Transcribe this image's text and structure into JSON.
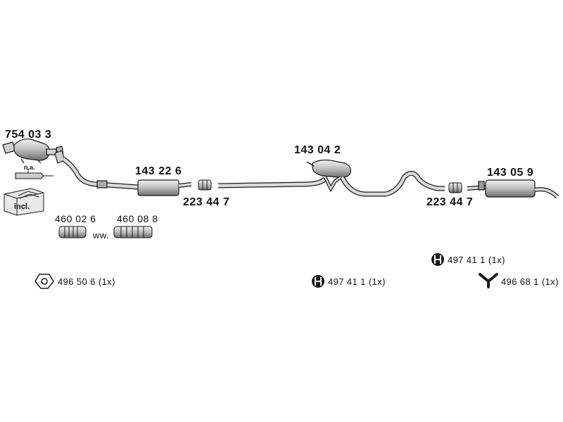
{
  "parts": {
    "catalytic_converter": "754 03 3",
    "front_muffler": "143 22 6",
    "clamp_front": "223 44 7",
    "center_muffler": "143 04 2",
    "clamp_rear": "223 44 7",
    "rear_muffler": "143 05 9",
    "flex_pipe_a": "460 02 6",
    "flex_pipe_b": "460 08 8"
  },
  "notes": {
    "not_available": "n.a.",
    "included": "incl.",
    "alternative": "ww."
  },
  "accessories": {
    "gasket": "496 50 6 (1x)",
    "hanger_center": "497 41 1 (1x)",
    "hanger_rear": "497 41 1 (1x)",
    "bracket_y": "496 68 1 (1x)"
  },
  "colors": {
    "line": "#1a1a1a",
    "fill": "#d9d9d9",
    "shade": "#8c8c8c"
  }
}
